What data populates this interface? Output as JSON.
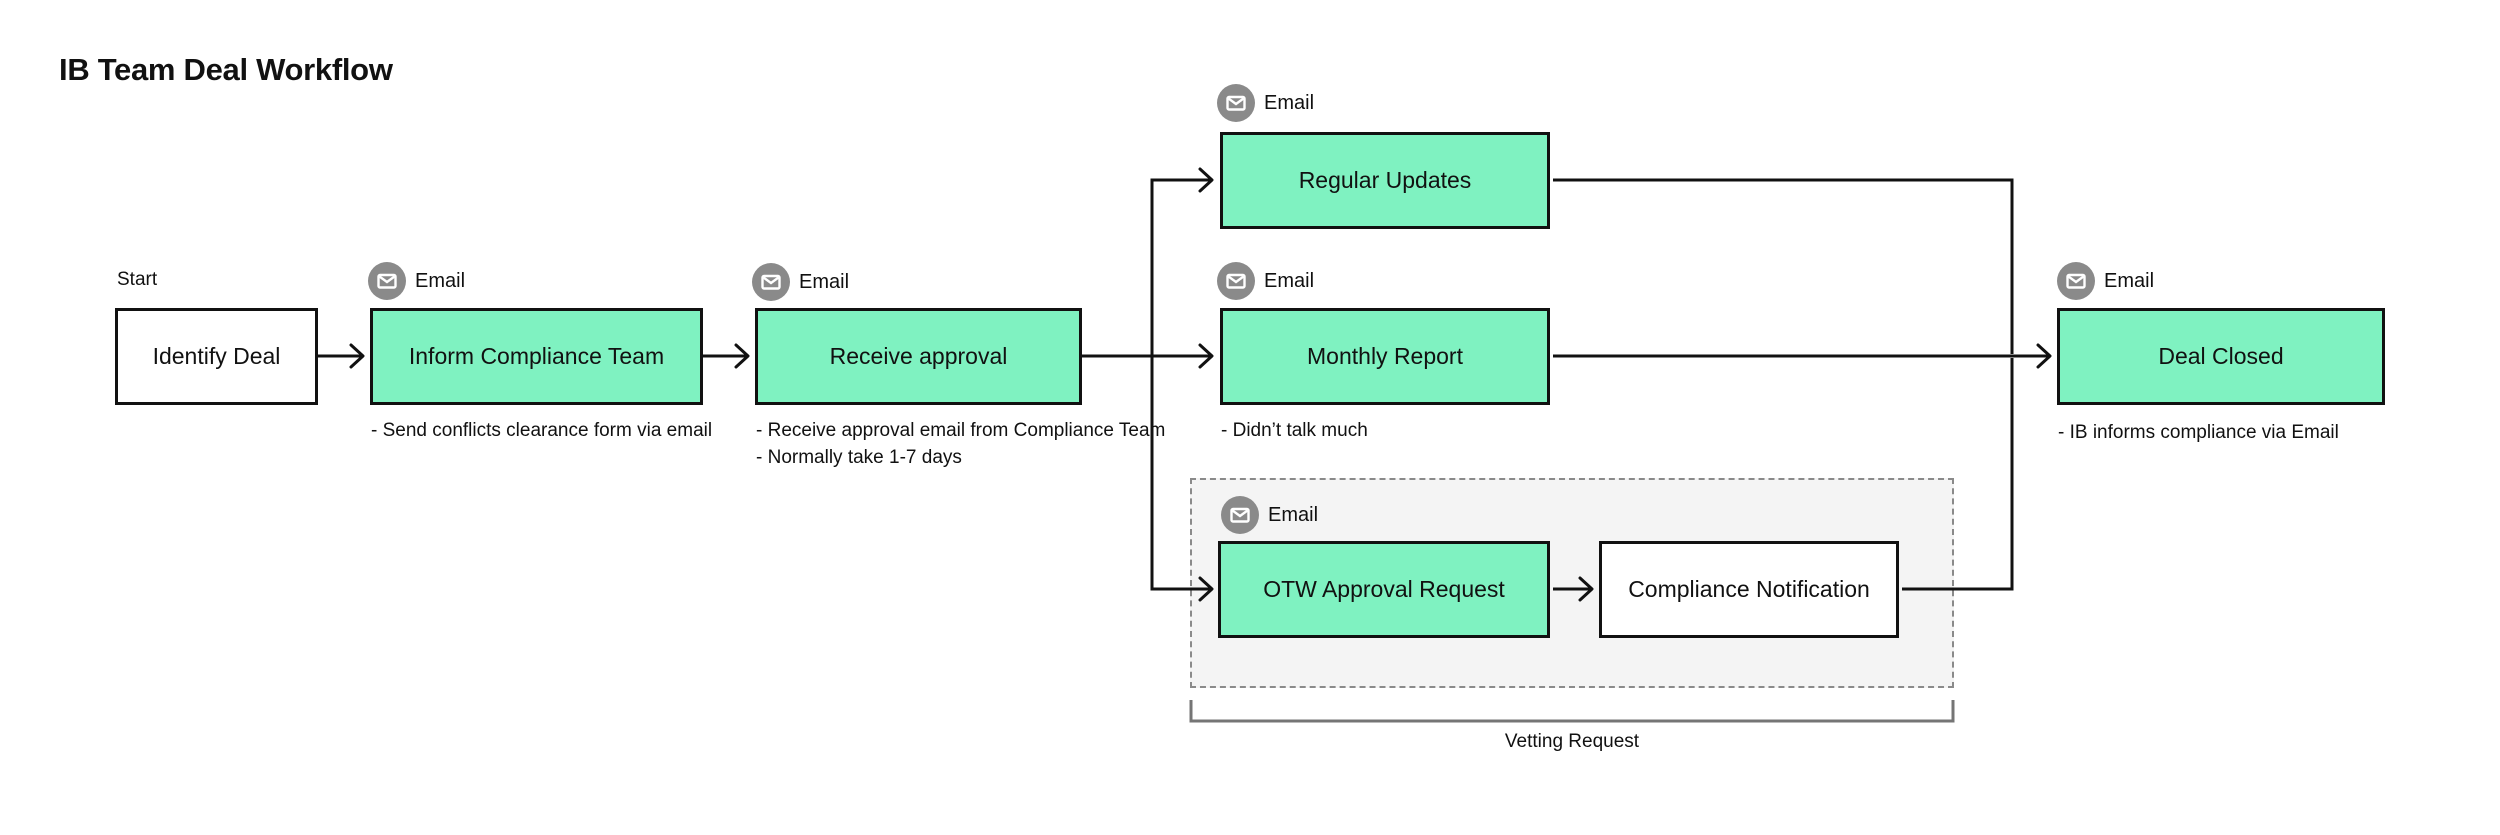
{
  "title": "IB Team Deal Workflow",
  "labels": {
    "start": "Start",
    "email_badge": "Email",
    "vetting_group": "Vetting Request"
  },
  "nodes": {
    "identify_deal": {
      "label": "Identify Deal"
    },
    "inform_compliance": {
      "label": "Inform Compliance Team",
      "note": "- Send conflicts clearance form via email"
    },
    "receive_approval": {
      "label": "Receive approval",
      "note_1": "- Receive approval email from Compliance Team",
      "note_2": "- Normally take 1-7 days"
    },
    "regular_updates": {
      "label": "Regular Updates"
    },
    "monthly_report": {
      "label": "Monthly Report",
      "note": "- Didn’t talk much"
    },
    "otw_approval_request": {
      "label": "OTW Approval Request"
    },
    "compliance_notification": {
      "label": "Compliance Notification"
    },
    "deal_closed": {
      "label": "Deal Closed",
      "note": "- IB informs compliance via Email"
    }
  },
  "colors": {
    "node_fill_green": "#7ff2c1",
    "node_fill_white": "#ffffff",
    "node_border": "#111111",
    "group_fill": "#f4f4f4",
    "group_border": "#8a8a8a",
    "email_icon_gray": "#8a8a8a",
    "bracket_gray": "#757575",
    "connector": "#111111"
  }
}
